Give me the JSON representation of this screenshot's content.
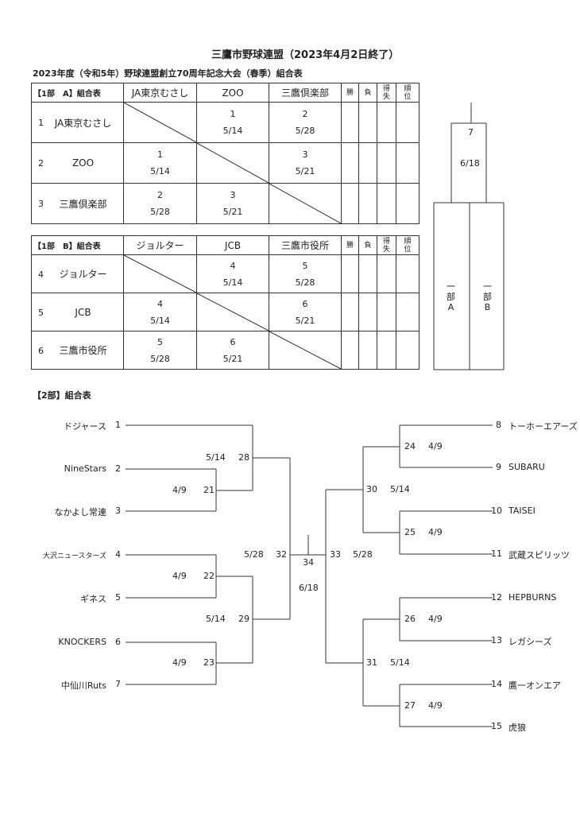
{
  "title": "三鷹市野球連盟（2023年4月2日終了）",
  "subtitle": "2023年度（令和5年）野球連盟創立70周年記念大会（春季）組合表",
  "league_a": {
    "label": "【1部　A】組合表",
    "teams": [
      "JA東京むさし",
      "ZOO",
      "三鷹倶楽部"
    ],
    "rows": [
      {
        "no": "1",
        "name": "JA東京むさし",
        "cells": [
          null,
          {
            "num": "1",
            "date": "5/14"
          },
          {
            "num": "2",
            "date": "5/28"
          }
        ]
      },
      {
        "no": "2",
        "name": "ZOO",
        "cells": [
          {
            "num": "1",
            "date": "5/14"
          },
          null,
          {
            "num": "3",
            "date": "5/21"
          }
        ]
      },
      {
        "no": "3",
        "name": "三鷹倶楽部",
        "cells": [
          {
            "num": "2",
            "date": "5/28"
          },
          {
            "num": "3",
            "date": "5/21"
          },
          null
        ]
      }
    ]
  },
  "league_b": {
    "label": "【1部　B】組合表",
    "teams": [
      "ジョルター",
      "JCB",
      "三鷹市役所"
    ],
    "rows": [
      {
        "no": "4",
        "name": "ジョルター",
        "cells": [
          null,
          {
            "num": "4",
            "date": "5/14"
          },
          {
            "num": "5",
            "date": "5/28"
          }
        ]
      },
      {
        "no": "5",
        "name": "JCB",
        "cells": [
          {
            "num": "4",
            "date": "5/14"
          },
          null,
          {
            "num": "6",
            "date": "5/21"
          }
        ]
      },
      {
        "no": "6",
        "name": "三鷹市役所",
        "cells": [
          {
            "num": "5",
            "date": "5/28"
          },
          {
            "num": "6",
            "date": "5/21"
          },
          null
        ]
      }
    ]
  },
  "standings_headers": {
    "win": "勝",
    "loss": "負",
    "diff_top": "得",
    "diff_bottom": "失",
    "rank_top": "順",
    "rank_bottom": "位"
  },
  "final_1bu": {
    "num": "7",
    "date": "6/18",
    "left_label": [
      "一",
      "部",
      "A"
    ],
    "right_label": [
      "一",
      "部",
      "B"
    ]
  },
  "division2": {
    "label": "【2部】組合表",
    "left_teams": [
      {
        "name": "ドジャース",
        "no": "1"
      },
      {
        "name": "NineStars",
        "no": "2"
      },
      {
        "name": "なかよし常連",
        "no": "3"
      },
      {
        "name": "大沢ニュースターズ",
        "no": "4"
      },
      {
        "name": "ギネス",
        "no": "5"
      },
      {
        "name": "KNOCKERS",
        "no": "6"
      },
      {
        "name": "中仙川Ruts",
        "no": "7"
      }
    ],
    "right_teams": [
      {
        "name": "トーホーエアーズ",
        "no": "8"
      },
      {
        "name": "SUBARU",
        "no": "9"
      },
      {
        "name": "TAISEI",
        "no": "10"
      },
      {
        "name": "武蔵スピリッツ",
        "no": "11"
      },
      {
        "name": "HEPBURNS",
        "no": "12"
      },
      {
        "name": "レガシーズ",
        "no": "13"
      },
      {
        "name": "鷹一オンエア",
        "no": "14"
      },
      {
        "name": "虎狼",
        "no": "15"
      }
    ],
    "games": {
      "g21": {
        "num": "21",
        "date": "4/9"
      },
      "g22": {
        "num": "22",
        "date": "4/9"
      },
      "g23": {
        "num": "23",
        "date": "4/9"
      },
      "g28": {
        "num": "28",
        "date": "5/14"
      },
      "g29": {
        "num": "29",
        "date": "5/14"
      },
      "g32": {
        "num": "32",
        "date": "5/28"
      },
      "g24": {
        "num": "24",
        "date": "4/9"
      },
      "g25": {
        "num": "25",
        "date": "4/9"
      },
      "g26": {
        "num": "26",
        "date": "4/9"
      },
      "g27": {
        "num": "27",
        "date": "4/9"
      },
      "g30": {
        "num": "30",
        "date": "5/14"
      },
      "g31": {
        "num": "31",
        "date": "5/14"
      },
      "g33": {
        "num": "33",
        "date": "5/28"
      },
      "g34": {
        "num": "34",
        "date": "6/18"
      }
    }
  }
}
